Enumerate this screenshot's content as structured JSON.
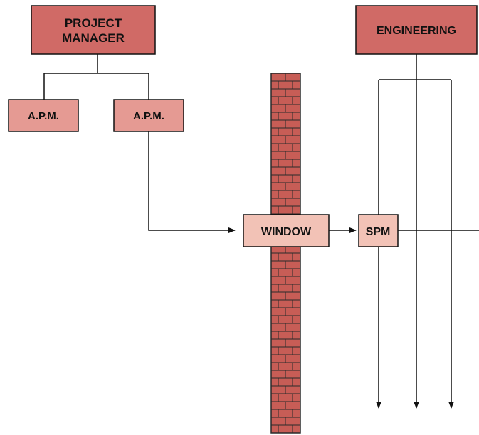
{
  "nodes": {
    "project_manager": {
      "line1": "PROJECT",
      "line2": "MANAGER"
    },
    "engineering": {
      "label": "ENGINEERING"
    },
    "apm_left": {
      "label": "A.P.M."
    },
    "apm_right": {
      "label": "A.P.M."
    },
    "window": {
      "label": "WINDOW"
    },
    "spm": {
      "label": "SPM"
    }
  },
  "colors": {
    "dark_box": "#d06a66",
    "light_box": "#e59a93",
    "window_box": "#f2c2b6",
    "brick": "#c75d56",
    "mortar": "#2a2a2a",
    "line": "#111111"
  }
}
